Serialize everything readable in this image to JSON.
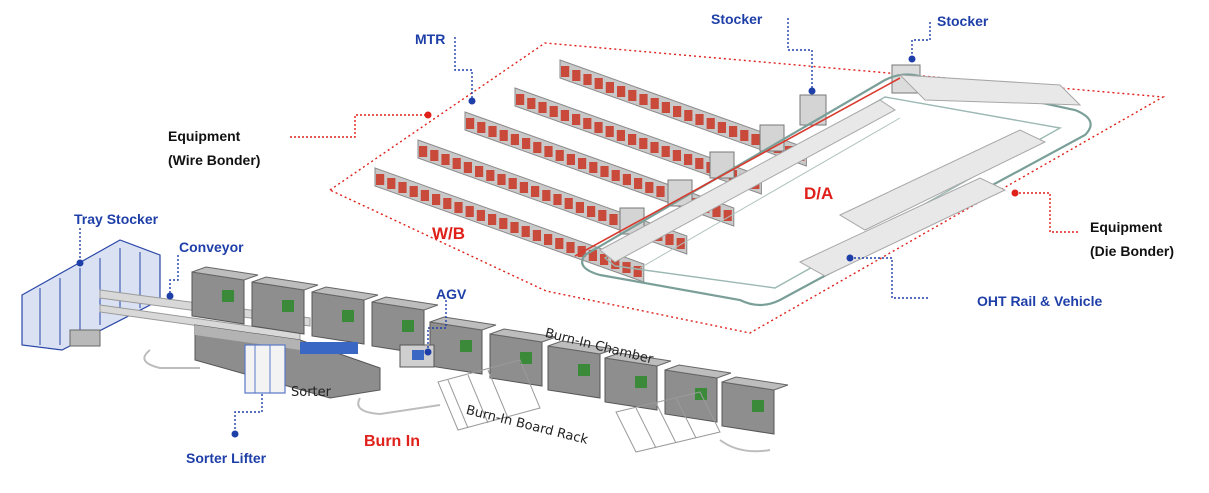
{
  "labels": {
    "mtr": "MTR",
    "stocker_1": "Stocker",
    "stocker_2": "Stocker",
    "equipment_wb_line1": "Equipment",
    "equipment_wb_line2": "(Wire Bonder)",
    "wb_area": "W/B",
    "da_area": "D/A",
    "equipment_db_line1": "Equipment",
    "equipment_db_line2": "(Die Bonder)",
    "oht": "OHT Rail & Vehicle",
    "tray_stocker": "Tray Stocker",
    "conveyor": "Conveyor",
    "agv": "AGV",
    "burn_in_chamber": "Burn-In Chamber",
    "sorter": "Sorter",
    "burn_in_board_rack": "Burn-In Board Rack",
    "burn_in_area": "Burn In",
    "sorter_lifter": "Sorter Lifter"
  },
  "colors": {
    "callout_blue": "#1f3fa8",
    "area_red": "#e0201a",
    "machine_red": "#c94a3b",
    "machine_gray": "#8e8e8e",
    "rail_teal": "#6fa39a"
  }
}
